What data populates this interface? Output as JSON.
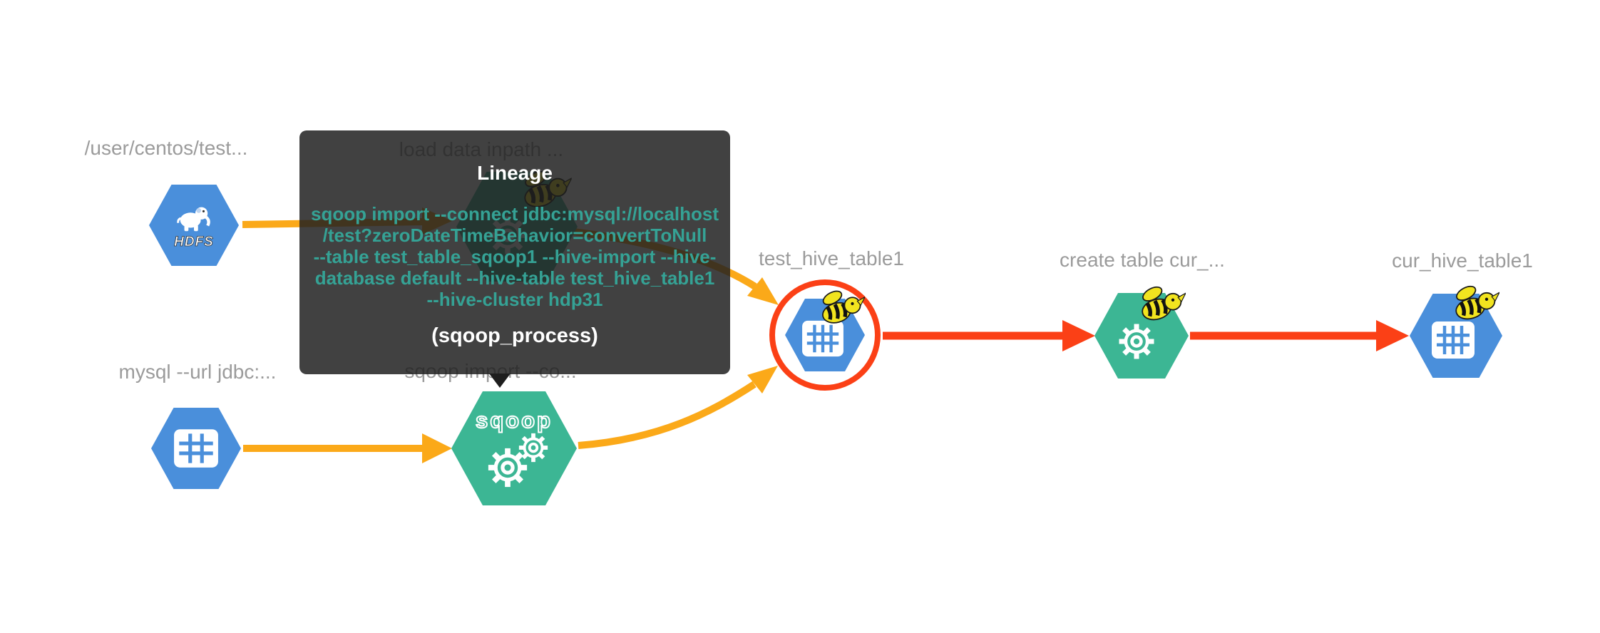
{
  "colors": {
    "canvas_bg": "#ffffff",
    "entity_blue": "#4A8FDB",
    "process_green": "#3CB694",
    "edge_orange": "#FBA919",
    "edge_red": "#FB4016",
    "selection_ring": "#FB4016",
    "label_gray": "#9B9B9B",
    "tooltip_bg": "rgba(32,32,32,0.85)",
    "tooltip_title_white": "#FFFFFF",
    "command_teal": "#35A295",
    "caret_dark": "#1E1E1E",
    "bee_yellow": "#F2E41F"
  },
  "tooltip": {
    "title": "Lineage",
    "command_lines": [
      "sqoop import --connect jdbc:mysql://localhost",
      "/test?zeroDateTimeBehavior=convertToNull",
      "--table test_table_sqoop1 --hive-import --hive-",
      "database default --hive-table test_hive_table1",
      "--hive-cluster hdp31"
    ],
    "type_label": "(sqoop_process)"
  },
  "nodes": [
    {
      "id": "hdfs-path",
      "label": "/user/centos/test...",
      "icon": "hadoop-elephant-icon",
      "icon_text": "HDFS",
      "selected": false
    },
    {
      "id": "load-process",
      "label": "load data inpath ...",
      "icon": "gear-bee-icon",
      "selected": false
    },
    {
      "id": "mysql-store",
      "label": "mysql --url jdbc:...",
      "icon": "table-grid-icon",
      "selected": false
    },
    {
      "id": "sqoop-process",
      "label": "sqoop import --co...",
      "icon": "sqoop-gears-icon",
      "logo_text": "sqoop",
      "selected": false
    },
    {
      "id": "test-hive-table",
      "label": "test_hive_table1",
      "icon": "table-grid-bee-icon",
      "selected": true
    },
    {
      "id": "create-process",
      "label": "create table cur_...",
      "icon": "gear-bee-icon",
      "selected": false
    },
    {
      "id": "cur-hive-table",
      "label": "cur_hive_table1",
      "icon": "table-grid-bee-icon",
      "selected": false
    }
  ],
  "edges": [
    {
      "from": "hdfs-path",
      "to": "load-process",
      "color": "orange"
    },
    {
      "from": "load-process",
      "to": "test-hive-table",
      "color": "orange"
    },
    {
      "from": "mysql-store",
      "to": "sqoop-process",
      "color": "orange"
    },
    {
      "from": "sqoop-process",
      "to": "test-hive-table",
      "color": "orange"
    },
    {
      "from": "test-hive-table",
      "to": "create-process",
      "color": "red"
    },
    {
      "from": "create-process",
      "to": "cur-hive-table",
      "color": "red"
    }
  ]
}
